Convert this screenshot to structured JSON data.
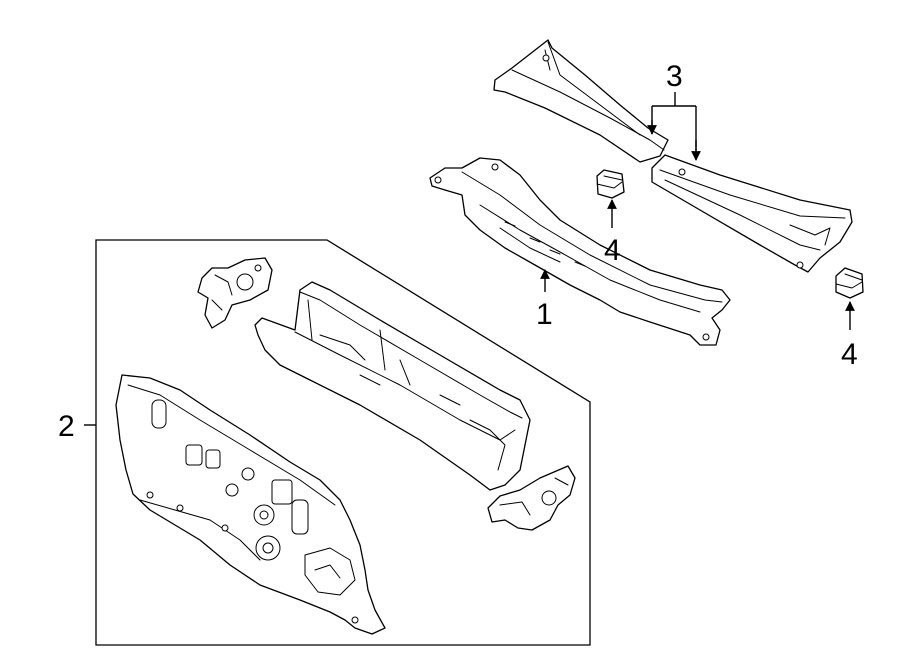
{
  "callouts": {
    "part1": "1",
    "part2": "2",
    "part3": "3",
    "part4a": "4",
    "part4b": "4"
  }
}
